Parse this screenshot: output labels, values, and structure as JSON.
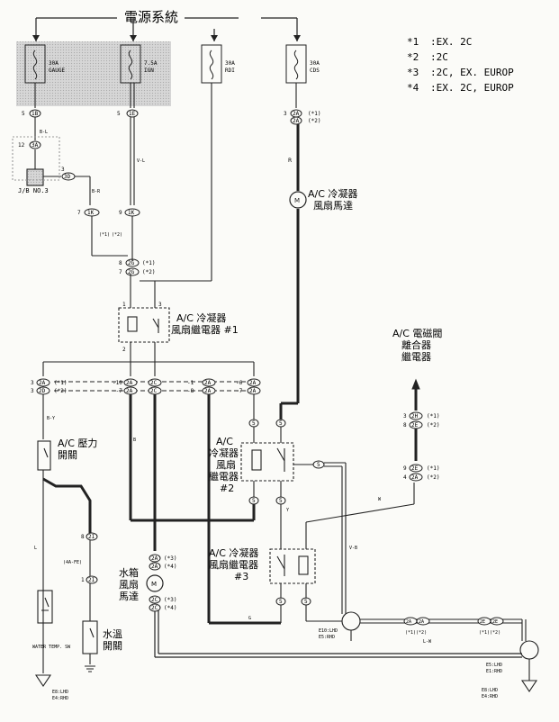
{
  "header": {
    "title": "電源系統"
  },
  "legend": {
    "items": [
      {
        "key": "*1",
        "text": ":EX. 2C"
      },
      {
        "key": "*2",
        "text": ":2C"
      },
      {
        "key": "*3",
        "text": ":2C, EX. EUROP"
      },
      {
        "key": "*4",
        "text": ":EX. 2C, EUROP"
      }
    ]
  },
  "fuses": {
    "f1": {
      "line1": "30A",
      "line2": "GAUGE"
    },
    "f2": {
      "line1": "7.5A",
      "line2": "IGN"
    },
    "f3": {
      "line1": "30A",
      "line2": "RDI"
    },
    "f4": {
      "line1": "30A",
      "line2": "CDS"
    }
  },
  "connectors": {
    "c_1b": "1B",
    "c_1e": "1E",
    "c_3a": "3A",
    "c_3d": "3D",
    "c_1k2": "1K",
    "c_1k9": "1K",
    "c_2a_cds": "2A",
    "c_2g": "2G",
    "c_2a_row1": "2A",
    "c_2c_row": "2C",
    "c_2a_row3": "2A",
    "c_2a_row4": "2A",
    "c_2h": "2H",
    "c_2e": "2E",
    "c_2i": "2I",
    "c_2i_b": "2I",
    "c_2a_fan": "2A",
    "c_2c_fan": "2C"
  },
  "pin_labels": {
    "p_s_left": "5",
    "p_s_mid": "5",
    "p_12": "12",
    "p_3j": "3",
    "p_7": "7",
    "p_9": "9",
    "p_3cds": "3",
    "p_8": "8",
    "p_7b": "7",
    "p_1a": "1",
    "p_2a": "2",
    "p_3l": "3",
    "p_2l": "2",
    "p_row_a": "3",
    "p_row_b": "3",
    "p_8l": "8",
    "p_1h": "1",
    "p_2s": "2",
    "p_3f": "3",
    "p_3r": "3",
    "p_8r": "8",
    "p_9r": "9",
    "p_4r": "4"
  },
  "wire_colors": {
    "w_br": "B-R",
    "w_bl": "B-L",
    "w_bv": "B-Y",
    "w_v": "V-L",
    "w_r": "R",
    "w_b": "B",
    "w_l": "L",
    "w_g": "G",
    "w_y": "Y",
    "w_w": "W",
    "w_vb": "V-B",
    "w_lw": "L-W"
  },
  "tags": {
    "t1": "(*1)",
    "t2": "(*2)",
    "t3": "(*3)",
    "t4": "(*4)",
    "t_box": "(*1)(*2)",
    "t_boxb": "(*1)(*2)"
  },
  "components": {
    "jb": "J/B NO.3",
    "cds_motor_label": "A/C 冷凝器\n風扇馬達",
    "relay1": "A/C 冷凝器\n風扇繼電器 #1",
    "mag_relay": "A/C 電磁閥\n離合器\n繼電器",
    "pressure": "A/C 壓力\n開關",
    "relay2": "A/C\n冷凝器\n風扇\n繼電器\n#2",
    "relay3": "A/C 冷凝器\n風扇繼電器\n#3",
    "rad_motor": "水箱\n風扇\n馬達",
    "water_temp": "水溫\n開關",
    "temp_sw": "WATER TEMP. SW",
    "fe": "(4A-FE)",
    "ground_left": "E8:LHD\nE4:RHD",
    "ground_mid": "E10:LHD\nE5:RHD",
    "ground_right1": "E5:LHD\nE1:RHD",
    "ground_right2": "E8:LHD\nE4:RHD"
  }
}
